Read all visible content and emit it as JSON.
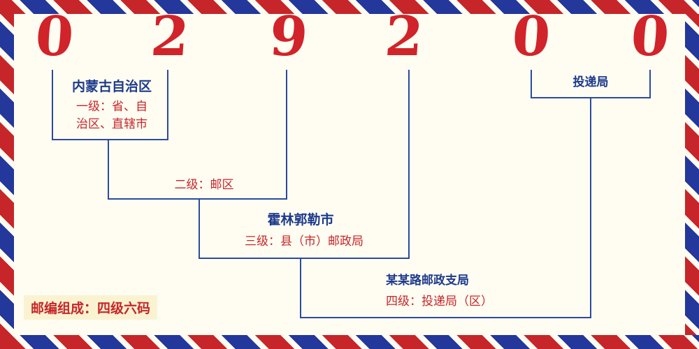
{
  "postal_code": {
    "digits": [
      "0",
      "2",
      "9",
      "2",
      "0",
      "0"
    ]
  },
  "labels": {
    "level1_place": "内蒙古自治区",
    "level1_desc_line1": "一级：省、自",
    "level1_desc_line2": "治区、直辖市",
    "level2_desc": "二级：邮区",
    "level3_place": "霍林郭勒市",
    "level3_desc": "三级：县（市）邮政局",
    "level4_place": "某某路邮政支局",
    "level4_desc": "四级：投递局（区）",
    "delivery_office": "投递局",
    "footer_note": "邮编组成：四级六码"
  },
  "colors": {
    "digit_red": "#d1232a",
    "desc_red": "#c62629",
    "place_navy": "#1d3a8c",
    "line_blue": "#2b4aa0",
    "border_red": "#c62629",
    "border_blue": "#24379a",
    "background": "#fffdf2"
  }
}
